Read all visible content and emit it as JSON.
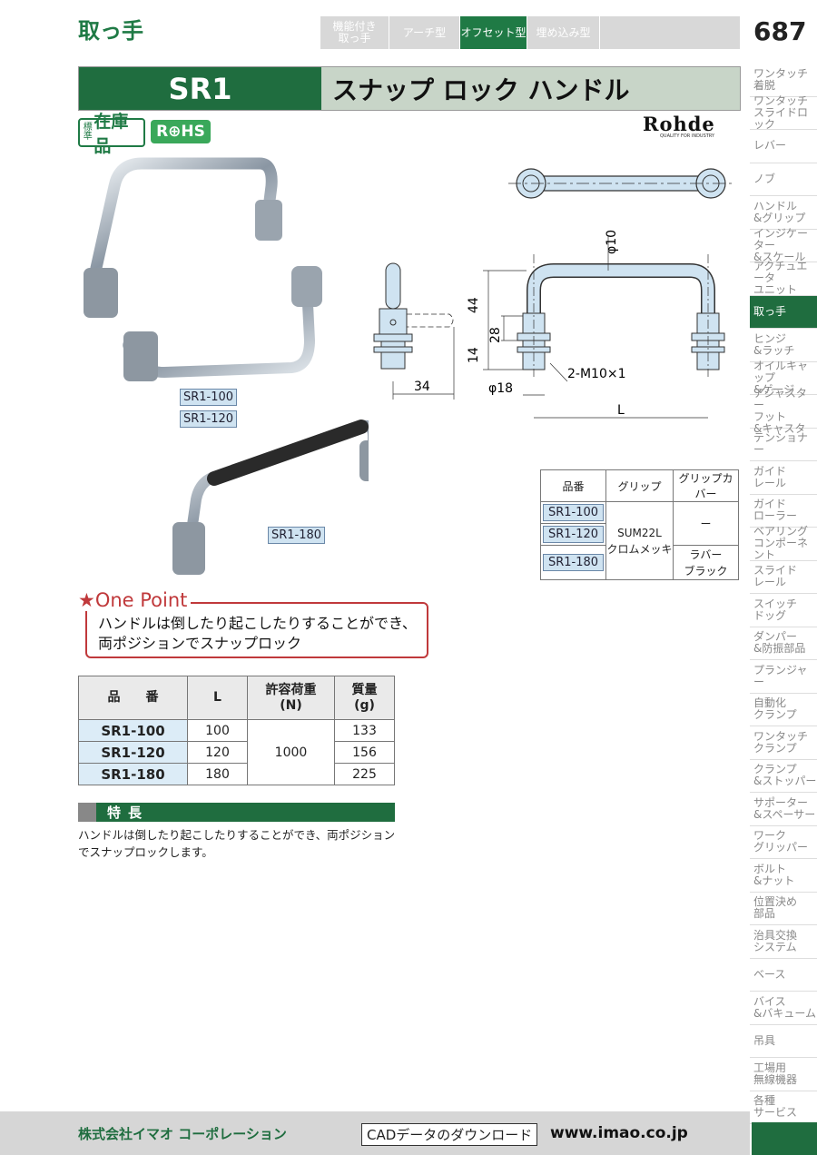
{
  "header": {
    "category": "取っ手",
    "tabs": [
      {
        "label": "機能付き\n取っ手",
        "active": false
      },
      {
        "label": "アーチ型",
        "active": false
      },
      {
        "label": "オフセット型",
        "active": true
      },
      {
        "label": "埋め込み型",
        "active": false
      }
    ],
    "page_number": "687"
  },
  "title": {
    "model": "SR1",
    "name": "スナップ ロック ハンドル"
  },
  "badges": {
    "stock_small": "標準",
    "stock_big": "在庫品",
    "rohs": "R⊕HS"
  },
  "brand": {
    "name": "Rohde",
    "tagline": "QUALITY FOR INDUSTRY"
  },
  "photo_tags": [
    "SR1-100",
    "SR1-120",
    "SR1-180"
  ],
  "drawing": {
    "dim_phi10": "φ10",
    "dim_44": "44",
    "dim_28": "28",
    "dim_14": "14",
    "dim_phi18": "φ18",
    "dim_thread": "2-M10×1",
    "dim_34": "34",
    "dim_L": "L"
  },
  "grip_table": {
    "headers": [
      "品番",
      "グリップ",
      "グリップカバー"
    ],
    "models": [
      "SR1-100",
      "SR1-120",
      "SR1-180"
    ],
    "grip": "SUM22L\nクロムメッキ",
    "cover_top": "ー",
    "cover_bottom": "ラバー\nブラック"
  },
  "one_point": {
    "title": "★One Point",
    "line1": "ハンドルは倒したり起こしたりすることができ、",
    "line2": "両ポジションでスナップロック"
  },
  "spec_table": {
    "headers": [
      "品　　番",
      "L",
      "許容荷重\n(N)",
      "質量\n(g)"
    ],
    "rows": [
      {
        "model": "SR1-100",
        "L": "100",
        "mass": "133"
      },
      {
        "model": "SR1-120",
        "L": "120",
        "mass": "156"
      },
      {
        "model": "SR1-180",
        "L": "180",
        "mass": "225"
      }
    ],
    "load": "1000"
  },
  "features": {
    "title": "特長",
    "text": "ハンドルは倒したり起こしたりすることができ、両ポジションでスナップロックします。"
  },
  "sidenav": [
    {
      "label": "ワンタッチ\n着脱",
      "active": false
    },
    {
      "label": "ワンタッチ\nスライドロック",
      "active": false
    },
    {
      "label": "レバー",
      "active": false
    },
    {
      "label": "ノブ",
      "active": false
    },
    {
      "label": "ハンドル\n&グリップ",
      "active": false
    },
    {
      "label": "インジケーター\n&スケール",
      "active": false
    },
    {
      "label": "アクチュエータ\nユニット",
      "active": false
    },
    {
      "label": "取っ手",
      "active": true
    },
    {
      "label": "ヒンジ\n&ラッチ",
      "active": false
    },
    {
      "label": "オイルキャップ\n&ゲージ",
      "active": false
    },
    {
      "label": "アジャスター\nフット\n&キャスタ",
      "active": false
    },
    {
      "label": "テンショナー",
      "active": false
    },
    {
      "label": "ガイド\nレール",
      "active": false
    },
    {
      "label": "ガイド\nローラー",
      "active": false
    },
    {
      "label": "ベアリング\nコンポーネント",
      "active": false
    },
    {
      "label": "スライド\nレール",
      "active": false
    },
    {
      "label": "スイッチ\nドッグ",
      "active": false
    },
    {
      "label": "ダンパー\n&防振部品",
      "active": false
    },
    {
      "label": "プランジャー",
      "active": false
    },
    {
      "label": "自動化\nクランプ",
      "active": false
    },
    {
      "label": "ワンタッチ\nクランプ",
      "active": false
    },
    {
      "label": "クランプ\n&ストッパー",
      "active": false
    },
    {
      "label": "サポーター\n&スペーサー",
      "active": false
    },
    {
      "label": "ワーク\nグリッパー",
      "active": false
    },
    {
      "label": "ボルト\n&ナット",
      "active": false
    },
    {
      "label": "位置決め\n部品",
      "active": false
    },
    {
      "label": "治具交換\nシステム",
      "active": false
    },
    {
      "label": "ベース",
      "active": false
    },
    {
      "label": "バイス\n&バキューム",
      "active": false
    },
    {
      "label": "吊具",
      "active": false
    },
    {
      "label": "工場用\n無線機器",
      "active": false
    },
    {
      "label": "各種\nサービス",
      "active": false
    }
  ],
  "footer": {
    "company": "株式会社イマオ コーポレーション",
    "cad": "CADデータのダウンロード",
    "url": "www.imao.co.jp"
  }
}
